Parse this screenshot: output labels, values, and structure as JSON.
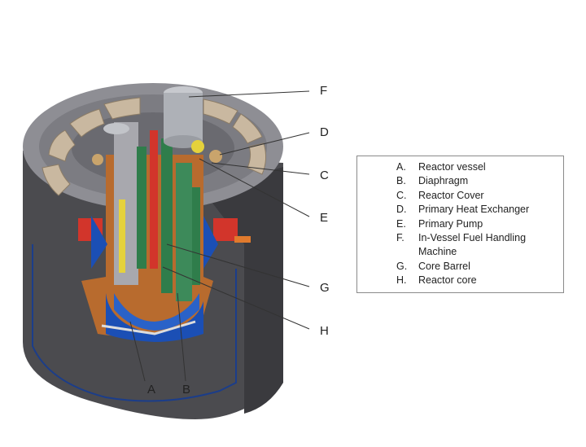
{
  "labels": {
    "F": "F",
    "D": "D",
    "C": "C",
    "E": "E",
    "G": "G",
    "H": "H",
    "A": "A",
    "B": "B"
  },
  "legend": [
    {
      "key": "A.",
      "text": "Reactor vessel"
    },
    {
      "key": "B.",
      "text": "Diaphragm"
    },
    {
      "key": "C.",
      "text": "Reactor Cover"
    },
    {
      "key": "D.",
      "text": "Primary Heat Exchanger"
    },
    {
      "key": "E.",
      "text": "Primary Pump"
    },
    {
      "key": "F.",
      "text": "In-Vessel Fuel Handling Machine"
    },
    {
      "key": "G.",
      "text": "Core Barrel"
    },
    {
      "key": "H.",
      "text": "Reactor core"
    }
  ],
  "colors": {
    "shell": "#4b4b4f",
    "shell_dark": "#3a3a3e",
    "ring": "#8e8e94",
    "pad": "#c9b8a0",
    "vessel_blue": "#1b4fb5",
    "copper": "#b86b2e",
    "green": "#2f7d4b",
    "yellow": "#e5d23c",
    "red": "#d2352b",
    "leader": "#333333"
  }
}
